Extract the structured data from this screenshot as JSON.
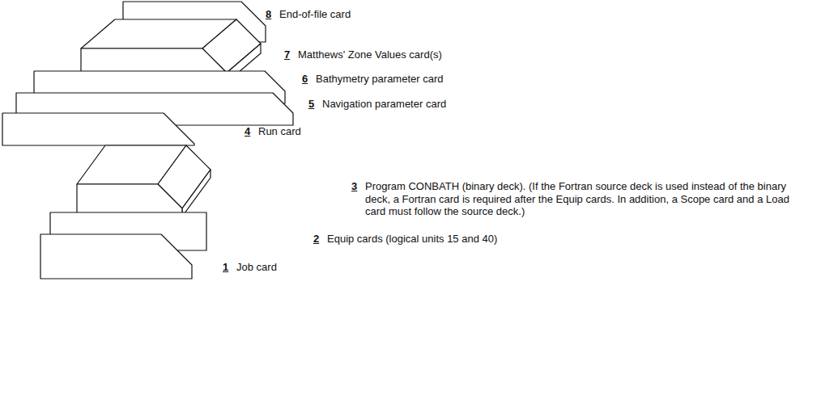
{
  "diagram": {
    "labels": [
      "8",
      "End-of-file card",
      "7",
      "Matthews' Zone Values card(s)",
      "6",
      "Bathymetry parameter card",
      "5",
      "Navigation parameter card",
      "4",
      "Run card",
      "3",
      "Program CONBATH (binary deck). (If the Fortran source deck is used instead of the binary deck, a Fortran card is required after the Equip cards. In addition, a Scope card and a Load card must follow the source deck.)",
      "2",
      "Equip cards (logical units 15 and 40)",
      "1",
      "Job card"
    ]
  }
}
